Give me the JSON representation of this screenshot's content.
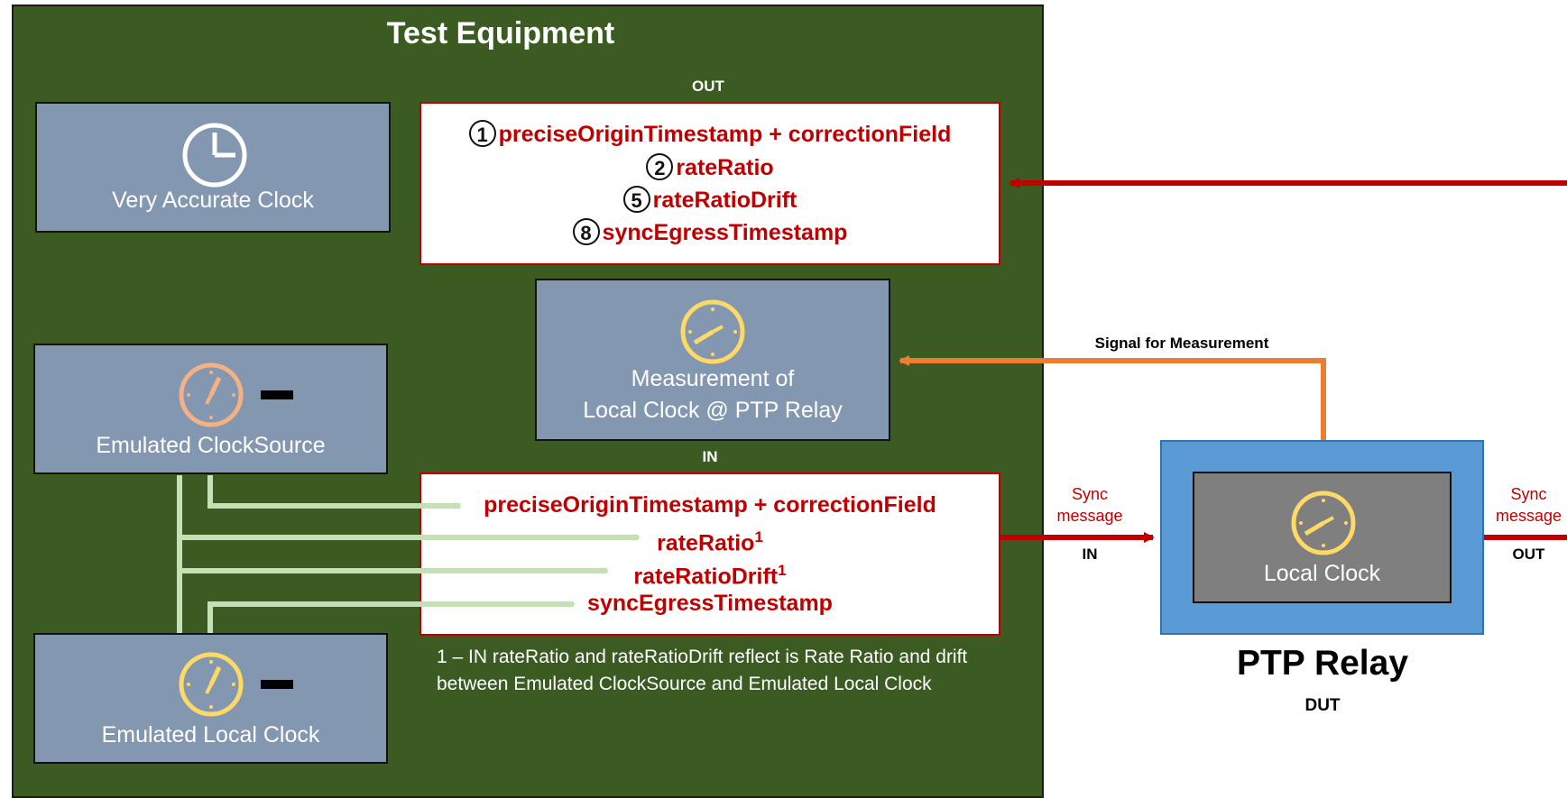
{
  "test_equipment": {
    "title": "Test Equipment",
    "out_label": "OUT",
    "in_label": "IN",
    "very_accurate_clock": "Very Accurate Clock",
    "measurement_line1": "Measurement of",
    "measurement_line2": "Local Clock @ PTP Relay",
    "emulated_clock_source": "Emulated ClockSource",
    "emulated_local_clock": "Emulated Local Clock",
    "out_fields": [
      {
        "num": "1",
        "text": "preciseOriginTimestamp + correctionField"
      },
      {
        "num": "2",
        "text": "rateRatio"
      },
      {
        "num": "5",
        "text": "rateRatioDrift"
      },
      {
        "num": "8",
        "text": "syncEgressTimestamp"
      }
    ],
    "in_fields": [
      {
        "text": "preciseOriginTimestamp + correctionField",
        "sup": ""
      },
      {
        "text": "rateRatio",
        "sup": "1"
      },
      {
        "text": "rateRatioDrift",
        "sup": "1"
      },
      {
        "text": "syncEgressTimestamp",
        "sup": ""
      }
    ],
    "footnote": "1 – IN rateRatio and rateRatioDrift reflect is Rate Ratio and drift between Emulated ClockSource and Emulated Local Clock"
  },
  "signal_label": "Signal for Measurement",
  "sync_in": {
    "line1": "Sync",
    "line2": "message",
    "port": "IN"
  },
  "sync_out": {
    "line1": "Sync",
    "line2": "message",
    "port": "OUT"
  },
  "ptp_relay": {
    "local_clock": "Local Clock",
    "title": "PTP Relay",
    "subtitle": "DUT"
  },
  "colors": {
    "panel_green": "#3b5b23",
    "box_blue_gray": "#8497b0",
    "red": "#c00000",
    "green_line": "#c5e0b4",
    "orange": "#ed7d31",
    "ptp_blue": "#5b9bd5",
    "clock_yellow": "#ffd966",
    "clock_peach": "#f4b183"
  },
  "icons": [
    "clock-icon",
    "minus-icon",
    "arrow-icon"
  ]
}
